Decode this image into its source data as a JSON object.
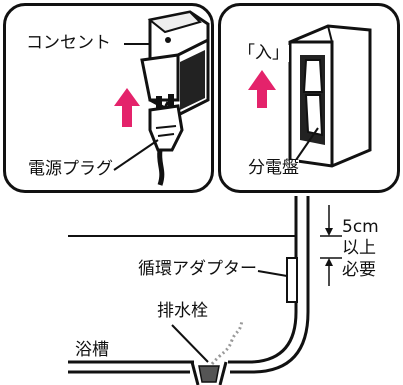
{
  "panels": {
    "left": {
      "outlet_label": "コンセント",
      "plug_label": "電源プラグ"
    },
    "right": {
      "switch_label": "「入」",
      "breaker_label": "分電盤"
    }
  },
  "bath": {
    "dimension_label_1": "5cm",
    "dimension_label_2": "以上",
    "dimension_label_3": "必要",
    "adapter_label": "循環アダプター",
    "drain_label": "排水栓",
    "tub_label": "浴槽"
  },
  "colors": {
    "accent_arrow": "#e4236b",
    "line": "#111111"
  }
}
